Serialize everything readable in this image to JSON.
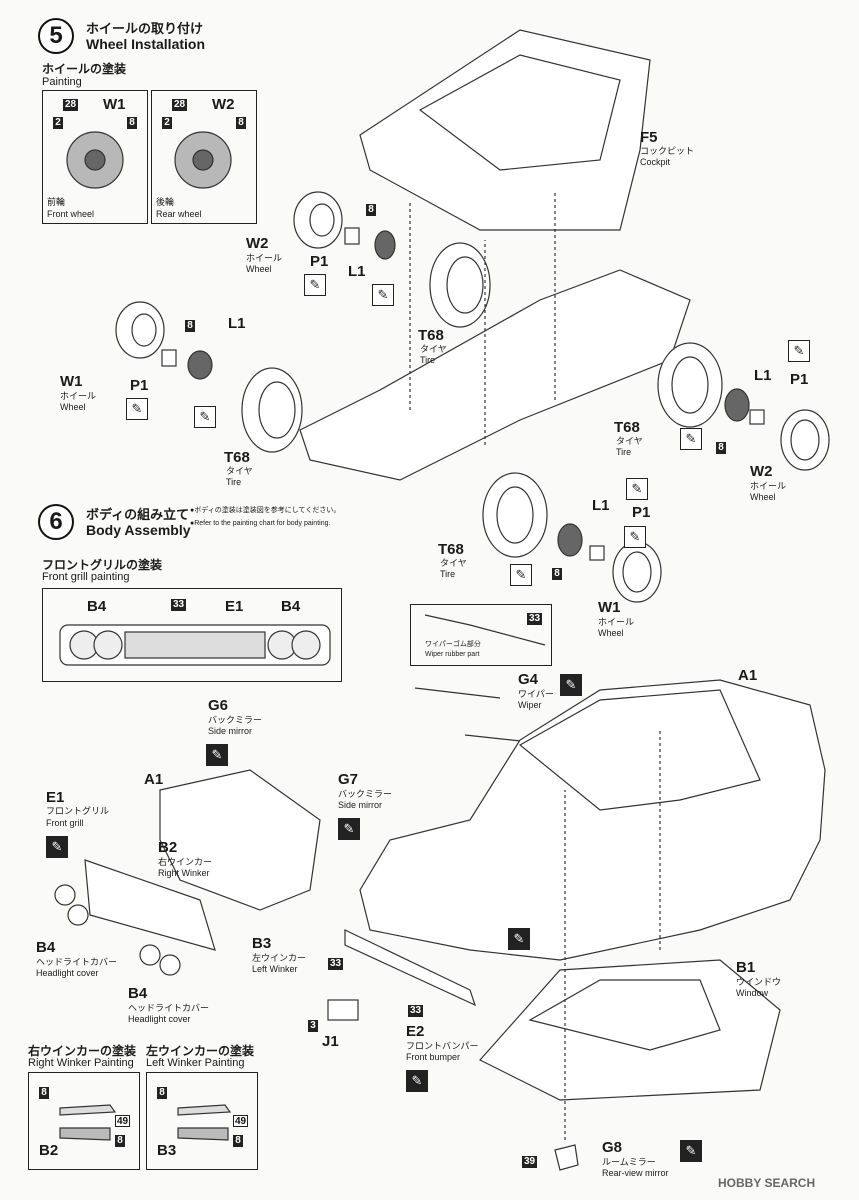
{
  "step5": {
    "number": "5",
    "title_jp": "ホイールの取り付け",
    "title_en": "Wheel Installation",
    "painting_jp": "ホイールの塗装",
    "painting_en": "Painting",
    "front_wheel": {
      "part": "W1",
      "colors": [
        "28",
        "2",
        "8"
      ],
      "label_jp": "前輪",
      "label_en": "Front wheel"
    },
    "rear_wheel": {
      "part": "W2",
      "colors": [
        "28",
        "2",
        "8"
      ],
      "label_jp": "後輪",
      "label_en": "Rear wheel"
    },
    "cockpit": {
      "part": "F5",
      "label_jp": "コックピット",
      "label_en": "Cockpit"
    },
    "parts": {
      "w2_top": {
        "part": "W2",
        "jp": "ホイール",
        "en": "Wheel"
      },
      "p1_top": {
        "part": "P1"
      },
      "l1_top": {
        "part": "L1",
        "color": "8"
      },
      "t68_top": {
        "part": "T68",
        "jp": "タイヤ",
        "en": "Tire"
      },
      "w1_left": {
        "part": "W1",
        "jp": "ホイール",
        "en": "Wheel"
      },
      "p1_left": {
        "part": "P1"
      },
      "l1_left": {
        "part": "L1",
        "color": "8"
      },
      "t68_left": {
        "part": "T68",
        "jp": "タイヤ",
        "en": "Tire"
      },
      "t68_right": {
        "part": "T68",
        "jp": "タイヤ",
        "en": "Tire"
      },
      "l1_right": {
        "part": "L1",
        "color": "8"
      },
      "p1_right": {
        "part": "P1"
      },
      "w2_right": {
        "part": "W2",
        "jp": "ホイール",
        "en": "Wheel"
      },
      "t68_bottom": {
        "part": "T68",
        "jp": "タイヤ",
        "en": "Tire"
      },
      "l1_bottom": {
        "part": "L1",
        "color": "8"
      },
      "p1_bottom": {
        "part": "P1"
      },
      "w1_bottom": {
        "part": "W1",
        "jp": "ホイール",
        "en": "Wheel"
      }
    }
  },
  "step6": {
    "number": "6",
    "title_jp": "ボディの組み立て",
    "title_en": "Body Assembly",
    "note_jp": "●ボディの塗装は塗装図を参考にしてください。",
    "note_en": "●Refer to the painting chart for body painting.",
    "grill_jp": "フロントグリルの塗装",
    "grill_en": "Front grill painting",
    "grill_parts": {
      "b4_left": "B4",
      "b4_right": "B4",
      "e1": "E1",
      "color": "33"
    },
    "wiper_rubber": {
      "jp": "ワイパーゴム部分",
      "en": "Wiper rubber part",
      "color": "33"
    },
    "g4": {
      "part": "G4",
      "jp": "ワイパー",
      "en": "Wiper"
    },
    "a1_right": {
      "part": "A1"
    },
    "g6": {
      "part": "G6",
      "jp": "バックミラー",
      "en": "Side mirror"
    },
    "a1_left": {
      "part": "A1"
    },
    "g7": {
      "part": "G7",
      "jp": "バックミラー",
      "en": "Side mirror"
    },
    "e1": {
      "part": "E1",
      "jp": "フロントグリル",
      "en": "Front grill"
    },
    "b2": {
      "part": "B2",
      "jp": "右ウインカー",
      "en": "Right Winker"
    },
    "b4_a": {
      "part": "B4",
      "jp": "ヘッドライトカバー",
      "en": "Headlight cover"
    },
    "b3": {
      "part": "B3",
      "jp": "左ウインカー",
      "en": "Left Winker"
    },
    "b4_b": {
      "part": "B4",
      "jp": "ヘッドライトカバー",
      "en": "Headlight cover"
    },
    "b1": {
      "part": "B1",
      "jp": "ウインドウ",
      "en": "Window"
    },
    "bumper_colors": {
      "left": "33",
      "right": "33"
    },
    "j1": {
      "part": "J1",
      "color": "3"
    },
    "e2": {
      "part": "E2",
      "jp": "フロントバンパー",
      "en": "Front bumper"
    },
    "g8": {
      "part": "G8",
      "jp": "ルームミラー",
      "en": "Rear-view mirror",
      "color": "39"
    },
    "right_winker_painting": {
      "jp": "右ウインカーの塗装",
      "en": "Right Winker Painting",
      "part": "B2",
      "colors": [
        "8",
        "49",
        "8"
      ]
    },
    "left_winker_painting": {
      "jp": "左ウインカーの塗装",
      "en": "Left Winker Painting",
      "part": "B3",
      "colors": [
        "8",
        "49",
        "8"
      ]
    }
  },
  "watermark": "HOBBY SEARCH"
}
